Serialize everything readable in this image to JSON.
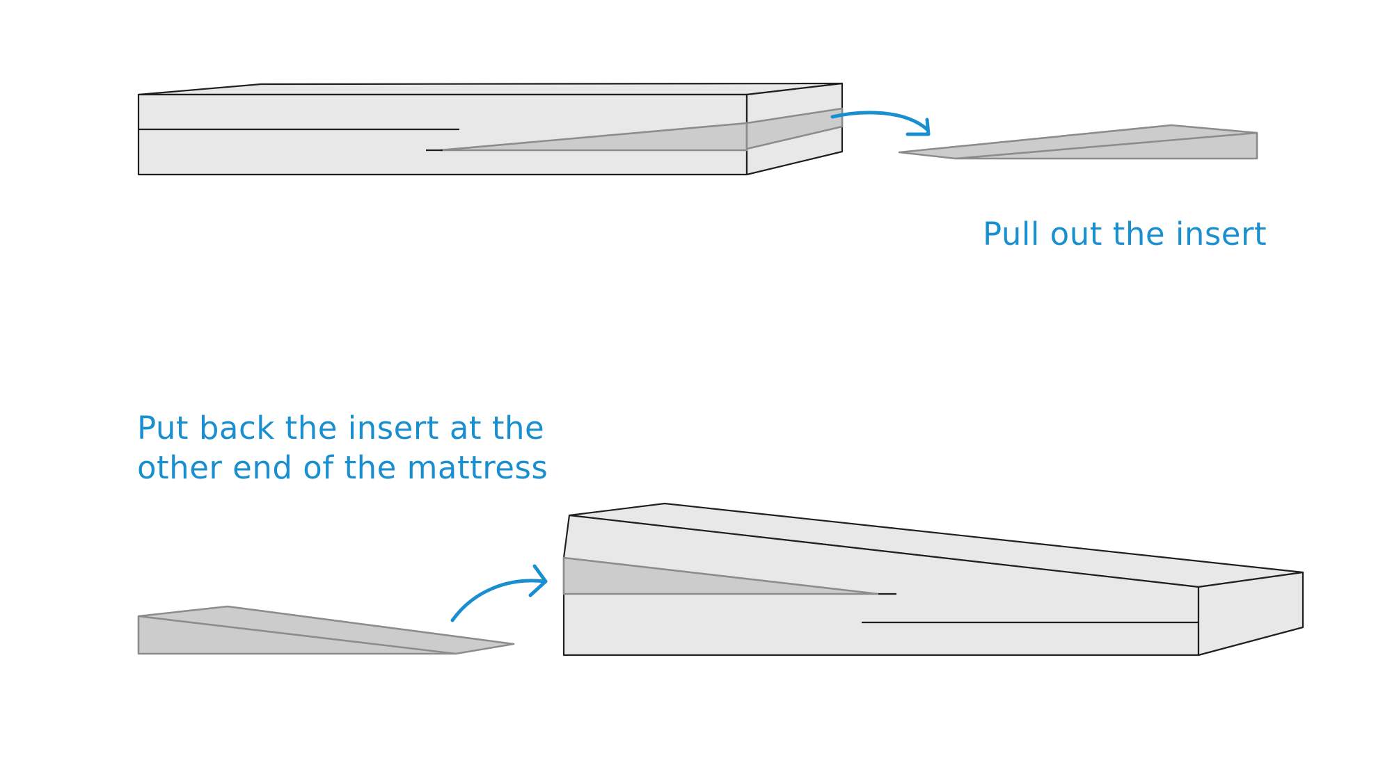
{
  "captions": {
    "pull_out": "Pull out the insert",
    "put_back_line1": "Put back the insert at the",
    "put_back_line2": "other end of the mattress"
  },
  "colors": {
    "accent": "#1a8fd0",
    "mattress_fill": "#e8e8e8",
    "insert_fill": "#cccccc",
    "outline": "#1f1f1f",
    "insert_outline": "#8c8c8c"
  },
  "icons": {
    "step1_arrow": "curved-arrow-right-down",
    "step2_arrow": "curved-arrow-up-right"
  }
}
